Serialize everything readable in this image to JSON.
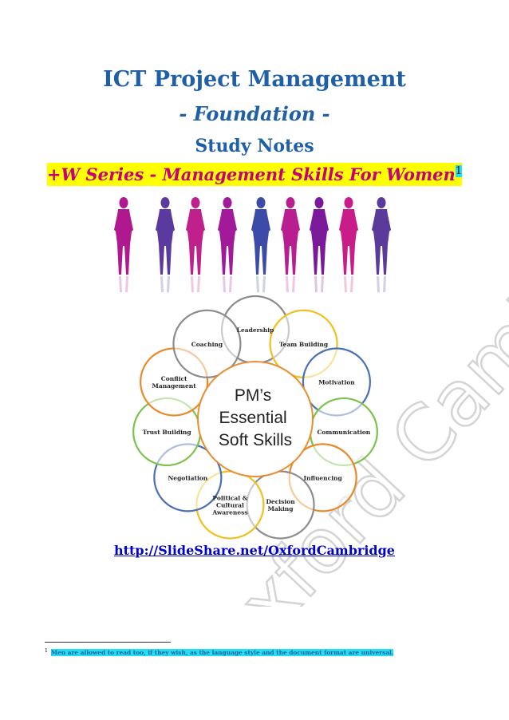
{
  "document": {
    "title": "ICT Project Management",
    "subtitle": "- Foundation -",
    "subheading": "Study Notes",
    "series": "+W Series - Management Skills For Women",
    "series_footnote_marker": "1",
    "url": "http://SlideShare.net/OxfordCambridge",
    "watermark": "Oxford Cambridge.Org"
  },
  "diagram": {
    "center_lines": [
      "PM’s",
      "Essential",
      "Soft Skills"
    ],
    "skills": [
      {
        "lines": [
          "Leadership"
        ],
        "color": "#8c8c8c"
      },
      {
        "lines": [
          "Team Building"
        ],
        "color": "#f0c020"
      },
      {
        "lines": [
          "Motivation"
        ],
        "color": "#4a6fb5"
      },
      {
        "lines": [
          "Communication"
        ],
        "color": "#7cc24a"
      },
      {
        "lines": [
          "Influencing"
        ],
        "color": "#e8892a"
      },
      {
        "lines": [
          "Decision",
          "Making"
        ],
        "color": "#8c8c8c"
      },
      {
        "lines": [
          "Political &",
          "Cultural",
          "Awareness"
        ],
        "color": "#f0c020"
      },
      {
        "lines": [
          "Negotiation"
        ],
        "color": "#4a6fb5"
      },
      {
        "lines": [
          "Trust Building"
        ],
        "color": "#7cc24a"
      },
      {
        "lines": [
          "Conflict",
          "Management"
        ],
        "color": "#e8892a"
      },
      {
        "lines": [
          "Coaching"
        ],
        "color": "#8c8c8c"
      }
    ]
  },
  "footnote": {
    "number": "1",
    "text": "Men are allowed to read too, if they wish, as the language style and the document format are universal."
  },
  "silhouettes": {
    "colors": [
      "#b01890",
      "#5b3aa0",
      "#c0208c",
      "#a01a9a",
      "#3c4aa8",
      "#b81e90",
      "#7a1a9a",
      "#c81c88",
      "#5a3a9a"
    ]
  }
}
